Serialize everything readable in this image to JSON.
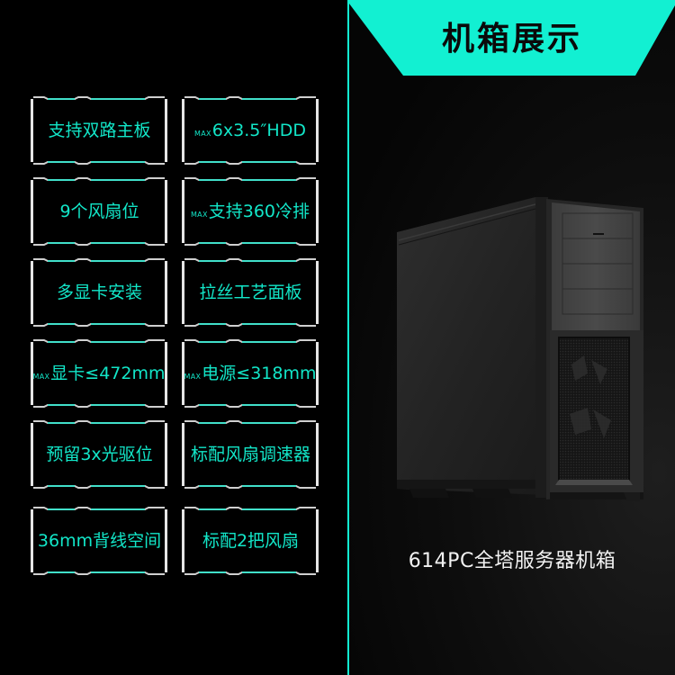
{
  "features": {
    "items": [
      {
        "max": "",
        "label": "支持双路主板"
      },
      {
        "max": "MAX",
        "label": "6x3.5″HDD"
      },
      {
        "max": "",
        "label": "9个风扇位"
      },
      {
        "max": "MAX",
        "label": "支持360冷排"
      },
      {
        "max": "",
        "label": "多显卡安装"
      },
      {
        "max": "",
        "label": "拉丝工艺面板"
      },
      {
        "max": "MAX",
        "label": "显卡≤472mm"
      },
      {
        "max": "MAX",
        "label": "电源≤318mm"
      },
      {
        "max": "",
        "label": "预留3x光驱位"
      },
      {
        "max": "",
        "label": "标配风扇调速器"
      },
      {
        "max": "",
        "label": "36mm背线空间"
      },
      {
        "max": "",
        "label": "标配2把风扇"
      }
    ]
  },
  "showcase": {
    "title": "机箱展示",
    "model_name": "614PC全塔服务器机箱",
    "image_icon": "pc-tower-case-image"
  },
  "colors": {
    "accent": "#12f0d2",
    "feature_text": "#12e6c8",
    "frame": "#e6e6e6",
    "background": "#000000"
  }
}
